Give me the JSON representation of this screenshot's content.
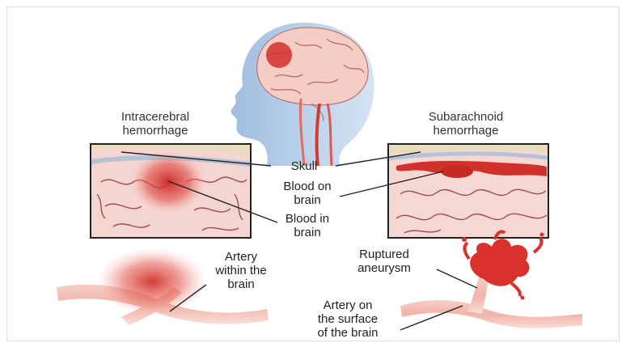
{
  "titles": {
    "intracerebral": "Intracerebral\nhemorrhage",
    "subarachnoid": "Subarachnoid\nhemorrhage"
  },
  "labels": {
    "skull": "Skull",
    "blood_on_brain": "Blood on\nbrain",
    "blood_in_brain": "Blood in\nbrain",
    "artery_within": "Artery\nwithin the\nbrain",
    "ruptured_aneurysm": "Ruptured\naneurysm",
    "artery_surface": "Artery on\nthe surface\nof the brain"
  },
  "colors": {
    "blood": "#d9322c",
    "brain": "#f6d3cd",
    "fold": "#b8606a",
    "skin": "#f3c9bf",
    "profile": "#8fb1d6",
    "frame": "#222222"
  }
}
